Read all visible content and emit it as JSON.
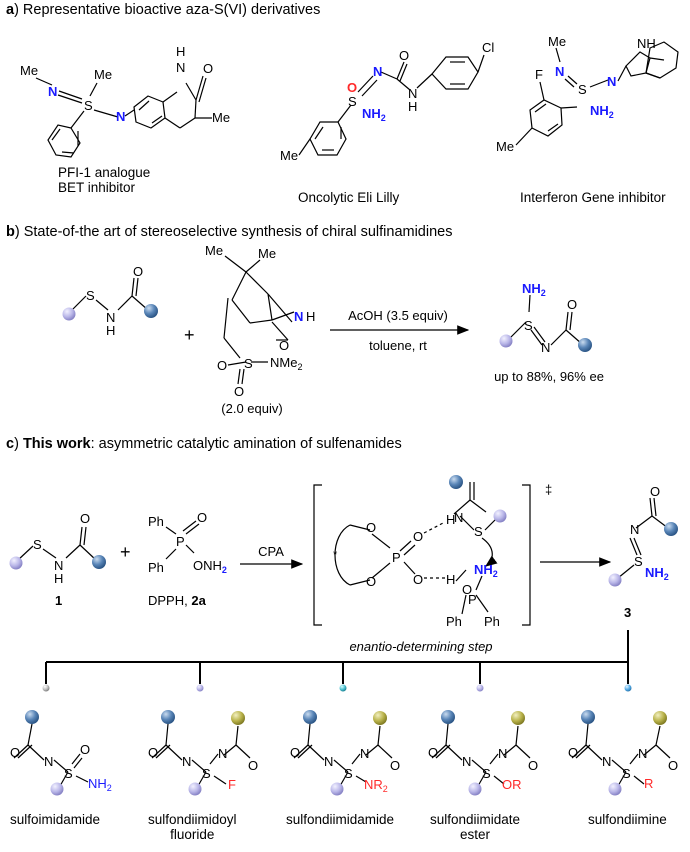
{
  "sections": {
    "a": {
      "letter": "a",
      "title": ") Representative bioactive aza-S(VI) derivatives"
    },
    "b": {
      "letter": "b",
      "title": ") State-of-the art of stereoselective synthesis of chiral sulfinamidines"
    },
    "c": {
      "letter": "c",
      "bold": "This work",
      "title": ": asymmetric catalytic amination of sulfenamides"
    }
  },
  "panel_a": {
    "compounds": [
      {
        "line1": "PFI-1 analogue",
        "line2": "BET inhibitor"
      },
      {
        "line1": "Oncolytic Eli Lilly"
      },
      {
        "line1": "Interferon Gene inhibitor"
      }
    ],
    "atoms": {
      "me": "Me",
      "n": "N",
      "s": "S",
      "h": "H",
      "o": "O",
      "cl": "Cl",
      "nh2": "NH",
      "two": "2",
      "nh": "NH",
      "f": "F"
    }
  },
  "panel_b": {
    "reagent_equiv": "(2.0 equiv)",
    "conditions_top": "AcOH (3.5 equiv)",
    "conditions_bottom": "toluene, rt",
    "result": "up to 88%, 96% ee",
    "nme": "NMe",
    "plus": "+"
  },
  "panel_c": {
    "label_1": "1",
    "reagent_name": "DPPH, ",
    "reagent_num": "2a",
    "label_3": "3",
    "catalyst": "CPA",
    "ts_caption": "enantio-determining step",
    "dagger": "‡",
    "ph": "Ph",
    "onh": "ONH",
    "plus": "+",
    "products": [
      {
        "name": "sulfoimidamide",
        "group": "NH",
        "sub": "2"
      },
      {
        "name": "sulfondiimidoyl\nfluoride",
        "group": "F",
        "sub": ""
      },
      {
        "name": "sulfondiimidamide",
        "group": "NR",
        "sub": "2"
      },
      {
        "name": "sulfondiimidate\nester",
        "group": "OR",
        "sub": ""
      },
      {
        "name": "sulfondiimine",
        "group": "R",
        "sub": ""
      }
    ]
  },
  "colors": {
    "blue_atom": "#1a1aff",
    "red_atom": "#ff2a2a",
    "lavender": "#b9b6e8",
    "steel": "#4f7fb3",
    "olive": "#b8b24a"
  }
}
